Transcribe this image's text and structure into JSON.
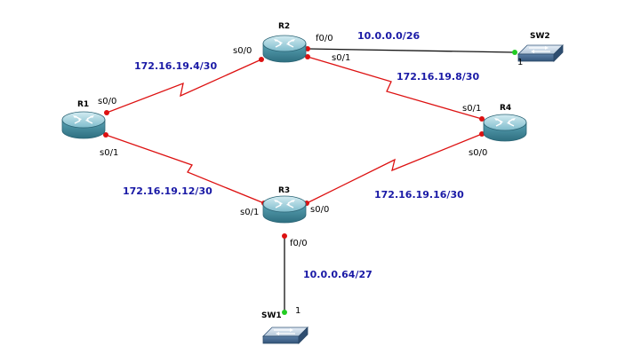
{
  "devices": {
    "r1": {
      "name": "R1"
    },
    "r2": {
      "name": "R2"
    },
    "r3": {
      "name": "R3"
    },
    "r4": {
      "name": "R4"
    },
    "sw1": {
      "name": "SW1"
    },
    "sw2": {
      "name": "SW2"
    }
  },
  "interfaces": {
    "r1_s00": "s0/0",
    "r1_s01": "s0/1",
    "r2_s00": "s0/0",
    "r2_f00": "f0/0",
    "r2_s01": "s0/1",
    "r3_s01": "s0/1",
    "r3_s00": "s0/0",
    "r3_f00": "f0/0",
    "r4_s01": "s0/1",
    "r4_s00": "s0/0",
    "sw1_port": "1",
    "sw2_port": "1"
  },
  "networks": {
    "r1_r2": "172.16.19.4/30",
    "r2_sw2": "10.0.0.0/26",
    "r2_r4": "172.16.19.8/30",
    "r1_r3": "172.16.19.12/30",
    "r3_r4": "172.16.19.16/30",
    "r3_sw1": "10.0.0.64/27"
  },
  "colors": {
    "serial_link": "#dd1111",
    "ethernet_link": "#111111",
    "port_down": "#dd1111",
    "port_up": "#22cc22",
    "network_label": "#1a1aa6",
    "router_body": "#4a93a6",
    "switch_body": "#4b6f96"
  }
}
